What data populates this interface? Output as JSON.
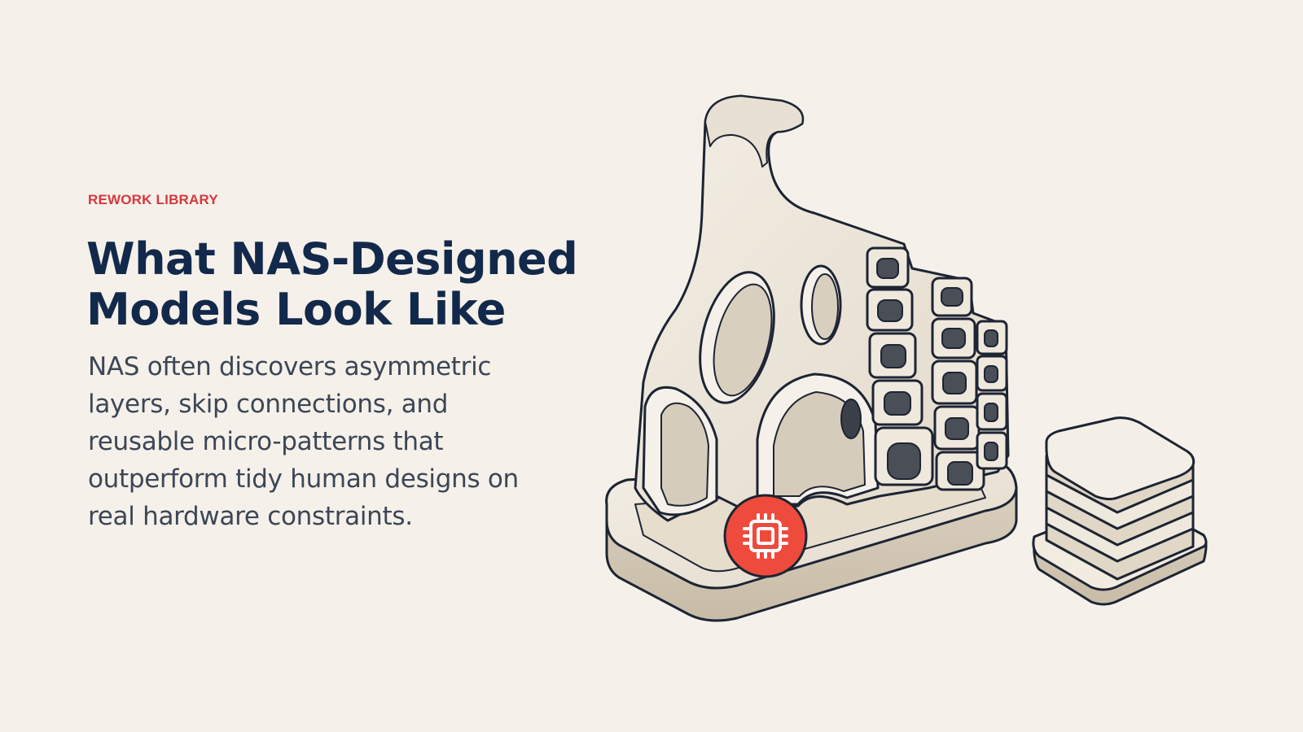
{
  "slide": {
    "eyebrow": "REWORK LIBRARY",
    "title": "What NAS-Designed Models Look Like",
    "body": "NAS often discovers asymmetric layers, skip connections, and reusable micro-patterns that outperform tidy human designs on real hardware constraints."
  },
  "illustration": {
    "subject": "nas-architecture-sculpture",
    "badge_icon": "chip-icon",
    "colors": {
      "accent": "#ee4b3c",
      "outline": "#1d2433",
      "material": "#efe8dc",
      "shadow": "#c9bfae",
      "background": "#f5f1ea"
    }
  }
}
